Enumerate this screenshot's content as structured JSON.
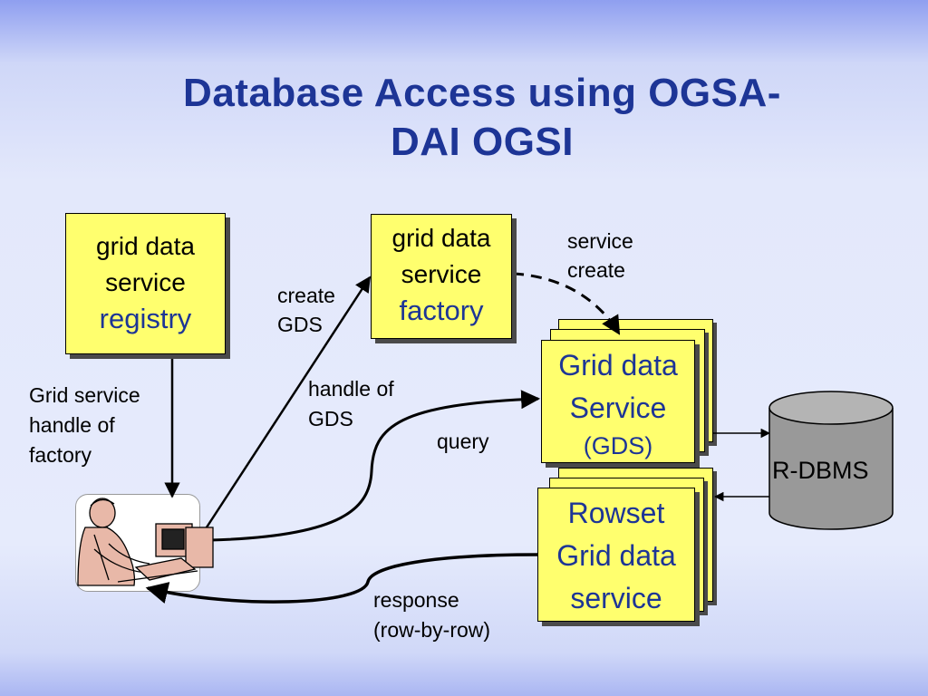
{
  "title": {
    "line1": "Database Access using OGSA-",
    "line2": "DAI OGSI"
  },
  "boxes": {
    "registry": {
      "line1": "grid data",
      "line2": "service",
      "line3": "registry"
    },
    "factory": {
      "line1": "grid data",
      "line2": "service",
      "line3": "factory"
    },
    "gds": {
      "line1": "Grid data",
      "line2": "Service",
      "line3": "(GDS)"
    },
    "rowset": {
      "line1": "Rowset",
      "line2": "Grid data",
      "line3": "service"
    }
  },
  "database": {
    "label": "R-DBMS"
  },
  "labels": {
    "service_create": {
      "line1": "service",
      "line2": "create"
    },
    "create_gds": {
      "line1": "create",
      "line2": "GDS"
    },
    "grid_service_handle": {
      "line1": "Grid service",
      "line2": "handle of",
      "line3": "factory"
    },
    "handle_of_gds": {
      "line1": "handle of",
      "line2": "GDS"
    },
    "query": "query",
    "response": {
      "line1": "response",
      "line2": "(row-by-row)"
    }
  },
  "colors": {
    "title": "#1d3596",
    "box_fill": "#ffff6e",
    "box_blue_text": "#1d3596",
    "db_fill": "#999999"
  },
  "icons": {
    "user": "person-at-computer-icon"
  }
}
